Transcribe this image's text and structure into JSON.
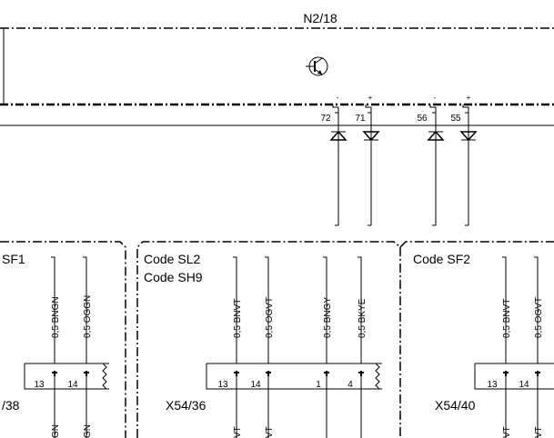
{
  "module": {
    "title": "N2/18",
    "pins": [
      {
        "number": "72",
        "sign": "-"
      },
      {
        "number": "71",
        "sign": "+"
      },
      {
        "number": "56",
        "sign": "-"
      },
      {
        "number": "55",
        "sign": "+"
      }
    ]
  },
  "connectors": [
    {
      "name": "/38",
      "code_lines": [
        "SF1"
      ],
      "wires": [
        {
          "label": "0,5 BNGN",
          "pin": "13",
          "bottom": "GN"
        },
        {
          "label": "0,5 OGGN",
          "pin": "14",
          "bottom": "GN"
        }
      ]
    },
    {
      "name": "X54/36",
      "code_lines": [
        "Code SL2",
        "Code SH9"
      ],
      "wires": [
        {
          "label": "0,5 BNVT",
          "pin": "13",
          "bottom": "VT"
        },
        {
          "label": "0,5 OGVT",
          "pin": "14",
          "bottom": "VT"
        },
        {
          "label": "0,5 BNGY",
          "pin": "1",
          "bottom": ""
        },
        {
          "label": "0,5 BKYE",
          "pin": "4",
          "bottom": ""
        }
      ]
    },
    {
      "name": "X54/40",
      "code_lines": [
        "Code SF2"
      ],
      "wires": [
        {
          "label": "0,5 BNVT",
          "pin": "13",
          "bottom": "VT"
        },
        {
          "label": "0,5 OGVT",
          "pin": "14",
          "bottom": "VT"
        }
      ]
    }
  ]
}
